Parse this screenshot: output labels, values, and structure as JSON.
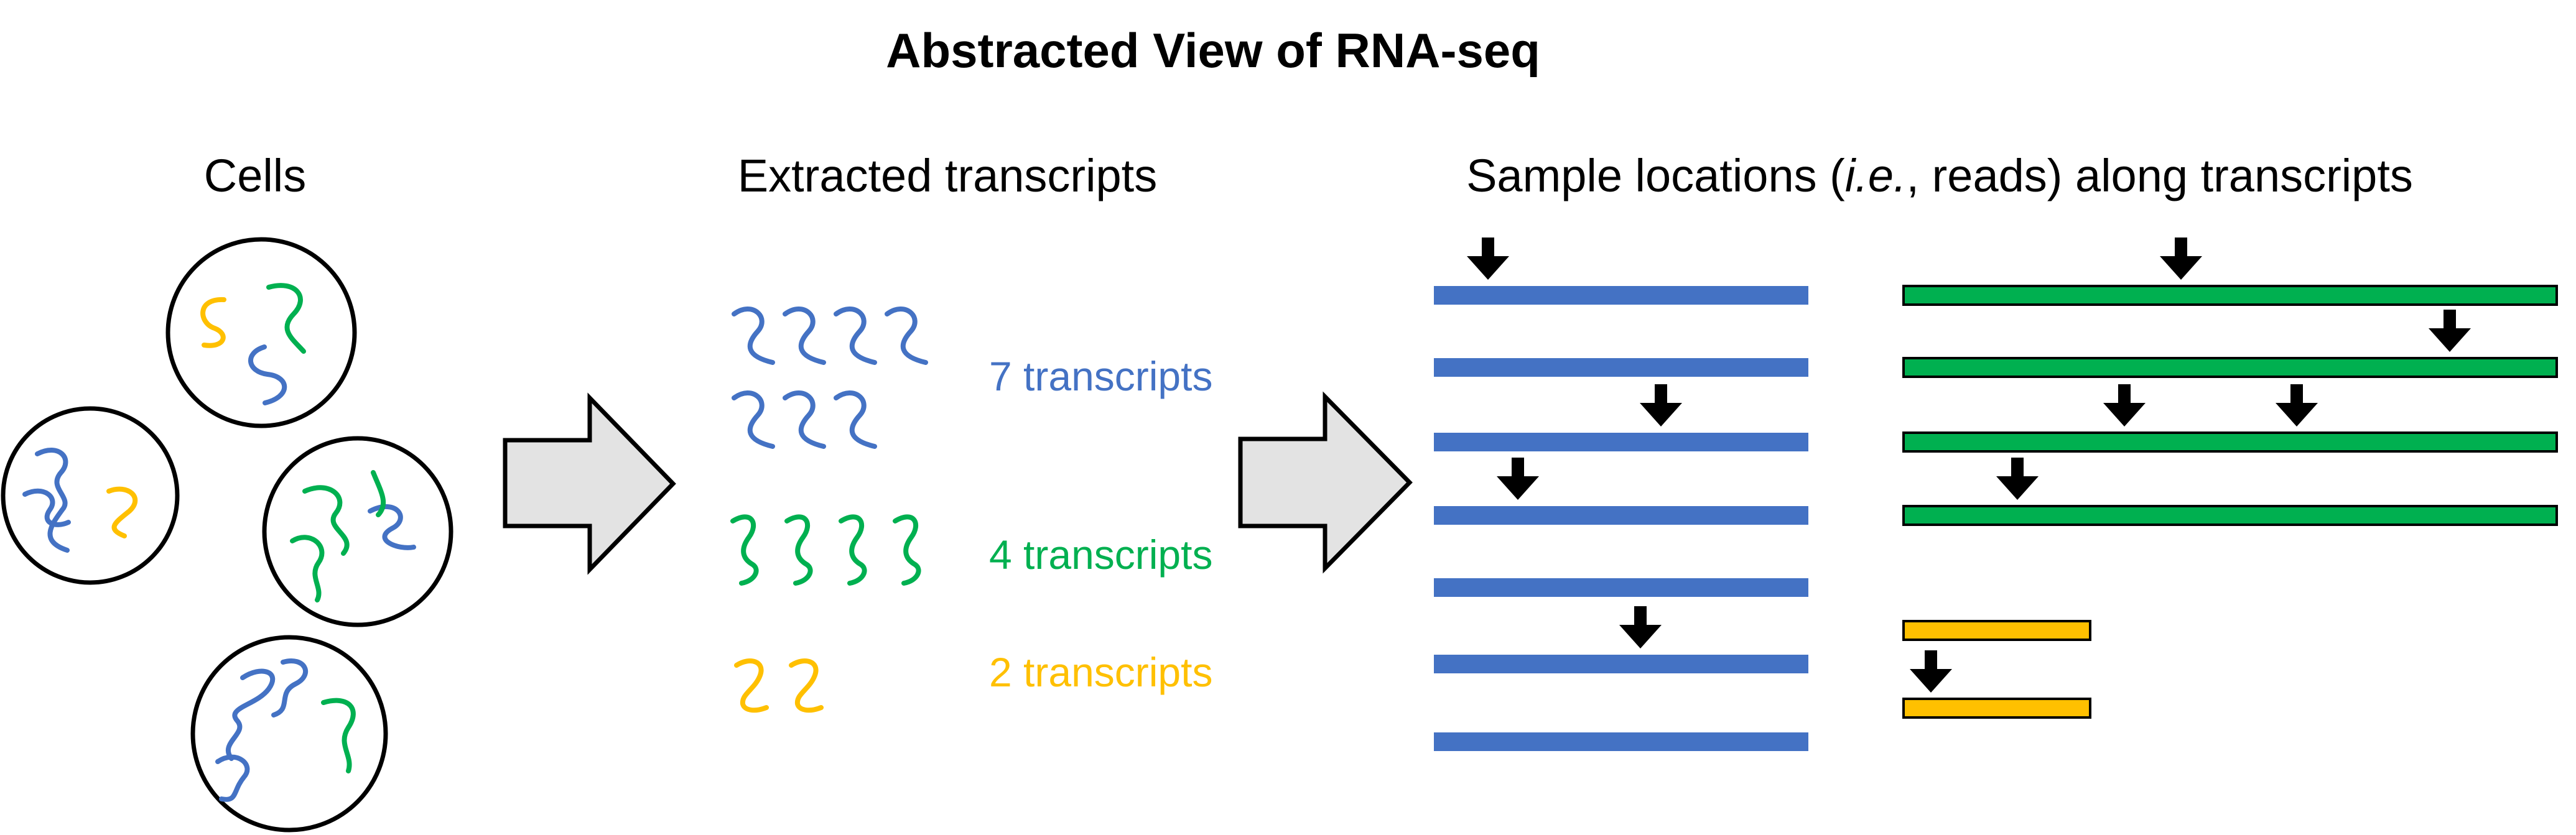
{
  "title": "Abstracted View of RNA-seq",
  "headings": {
    "cells": "Cells",
    "extracted": "Extracted transcripts",
    "sample_pre": "Sample locations (",
    "sample_ie": "i.e.",
    "sample_post": ", reads) along transcripts"
  },
  "counts": {
    "blue": "7 transcripts",
    "green": "4 transcripts",
    "yellow": "2 transcripts"
  },
  "colors": {
    "blue": "#4472C4",
    "green": "#00B050",
    "yellow": "#FFC000",
    "arrow_fill": "#E3E3E3",
    "read_marker": "#000000"
  },
  "icons": {
    "process_arrow": "block-right-arrow",
    "read_marker": "down-arrow"
  },
  "transcript_groups": [
    {
      "name": "blue",
      "count": 7,
      "reads_per_transcript": [
        1,
        0,
        1,
        1,
        0,
        1,
        0
      ]
    },
    {
      "name": "green",
      "count": 4,
      "reads_per_transcript": [
        1,
        1,
        2,
        1
      ]
    },
    {
      "name": "yellow",
      "count": 2,
      "reads_per_transcript": [
        0,
        1
      ]
    }
  ]
}
